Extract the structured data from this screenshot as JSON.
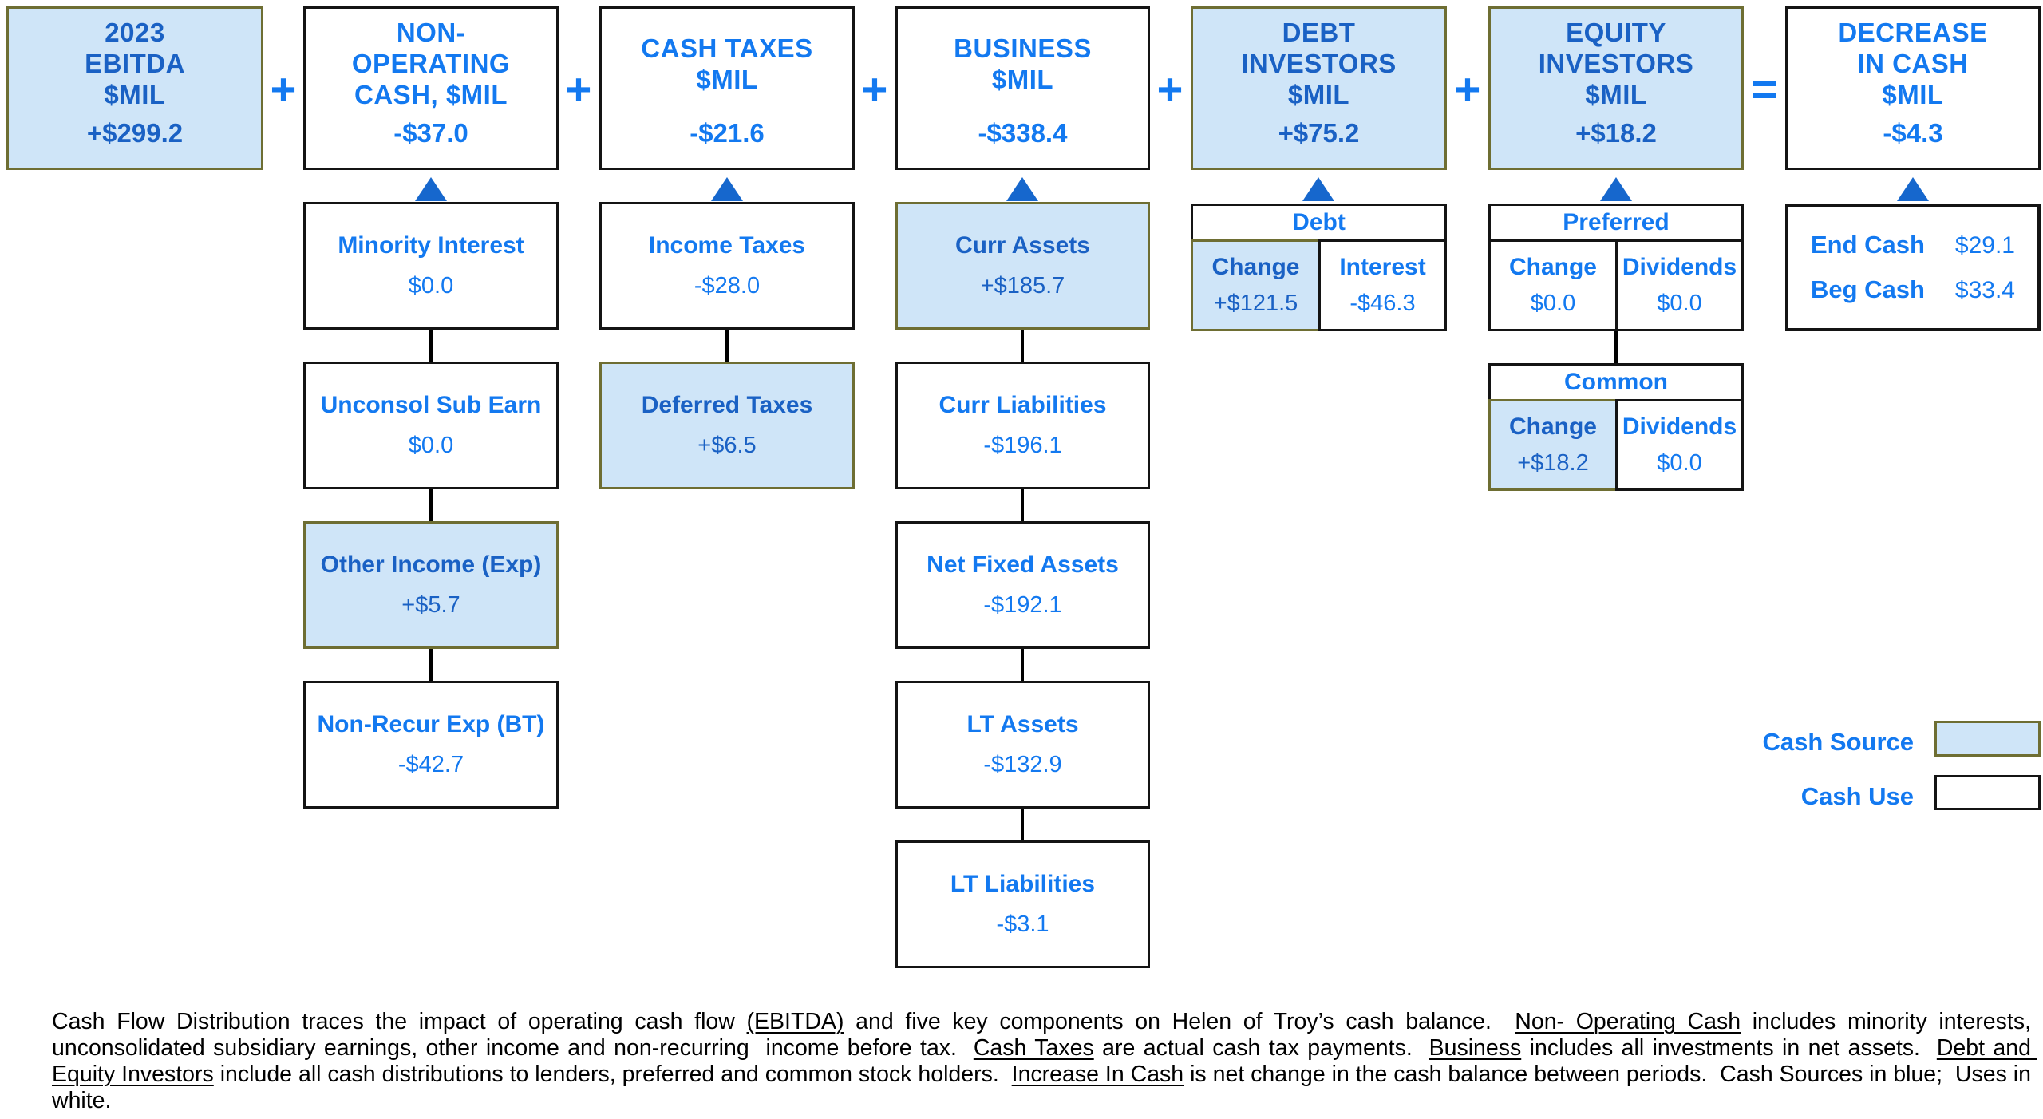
{
  "colors": {
    "source_fill": "#cfe5f8",
    "source_border": "#6e6e33",
    "use_border": "#141414",
    "bright_blue": "#1379f0",
    "dark_blue": "#1a61c4",
    "triangle_blue": "#1667cd",
    "connector": "#000000"
  },
  "operators": [
    "+",
    "+",
    "+",
    "+",
    "+",
    "="
  ],
  "top_boxes": [
    {
      "title": "2023\nEBITDA\n$MIL",
      "value": "+$299.2"
    },
    {
      "title": "NON-\nOPERATING\nCASH, $MIL",
      "value": "-$37.0"
    },
    {
      "title": "CASH TAXES\n$MIL",
      "value": "-$21.6"
    },
    {
      "title": "BUSINESS\n$MIL",
      "value": "-$338.4"
    },
    {
      "title": "DEBT\nINVESTORS\n$MIL",
      "value": "+$75.2"
    },
    {
      "title": "EQUITY\nINVESTORS\n$MIL",
      "value": "+$18.2"
    },
    {
      "title": "DECREASE\nIN CASH\n$MIL",
      "value": "-$4.3"
    }
  ],
  "non_operating_rows": [
    {
      "label": "Minority Interest",
      "value": "$0.0"
    },
    {
      "label": "Unconsol Sub Earn",
      "value": "$0.0"
    },
    {
      "label": "Other Income (Exp)",
      "value": "+$5.7"
    },
    {
      "label": "Non-Recur Exp (BT)",
      "value": "-$42.7"
    }
  ],
  "cash_taxes_rows": [
    {
      "label": "Income Taxes",
      "value": "-$28.0"
    },
    {
      "label": "Deferred Taxes",
      "value": "+$6.5"
    }
  ],
  "business_rows": [
    {
      "label": "Curr Assets",
      "value": "+$185.7"
    },
    {
      "label": "Curr Liabilities",
      "value": "-$196.1"
    },
    {
      "label": "Net Fixed Assets",
      "value": "-$192.1"
    },
    {
      "label": "LT Assets",
      "value": "-$132.9"
    },
    {
      "label": "LT Liabilities",
      "value": "-$3.1"
    }
  ],
  "debt_table": {
    "header": "Debt",
    "change_label": "Change",
    "change_value": "+$121.5",
    "interest_label": "Interest",
    "interest_value": "-$46.3"
  },
  "preferred_table": {
    "header": "Preferred",
    "change_label": "Change",
    "change_value": "$0.0",
    "dividends_label": "Dividends",
    "dividends_value": "$0.0"
  },
  "common_table": {
    "header": "Common",
    "change_label": "Change",
    "change_value": "+$18.2",
    "dividends_label": "Dividends",
    "dividends_value": "$0.0"
  },
  "cash_box": {
    "end_label": "End Cash",
    "end_value": "$29.1",
    "beg_label": "Beg Cash",
    "beg_value": "$33.4"
  },
  "legend": {
    "source_label": "Cash Source",
    "use_label": "Cash Use"
  },
  "footnote_segments": [
    {
      "text": "Cash Flow Distribution traces the impact of operating cash flow ",
      "u": false
    },
    {
      "text": "(EBITDA)",
      "u": true
    },
    {
      "text": " and five key components on Helen of Troy’s cash balance.  ",
      "u": false
    },
    {
      "text": "Non- Operating Cash",
      "u": true
    },
    {
      "text": " includes minority interests, unconsolidated subsidiary earnings, other income and non-recurring  income before tax.  ",
      "u": false
    },
    {
      "text": "Cash Taxes",
      "u": true
    },
    {
      "text": " are actual cash tax payments.  ",
      "u": false
    },
    {
      "text": "Business",
      "u": true
    },
    {
      "text": " includes all investments in net assets.  ",
      "u": false
    },
    {
      "text": "Debt and Equity Investors",
      "u": true
    },
    {
      "text": " include all cash distributions to lenders, preferred and common stock holders.  ",
      "u": false
    },
    {
      "text": "Increase In Cash",
      "u": true
    },
    {
      "text": " is net change in the cash balance between periods.  Cash Sources in blue;  Uses in white.",
      "u": false
    }
  ]
}
